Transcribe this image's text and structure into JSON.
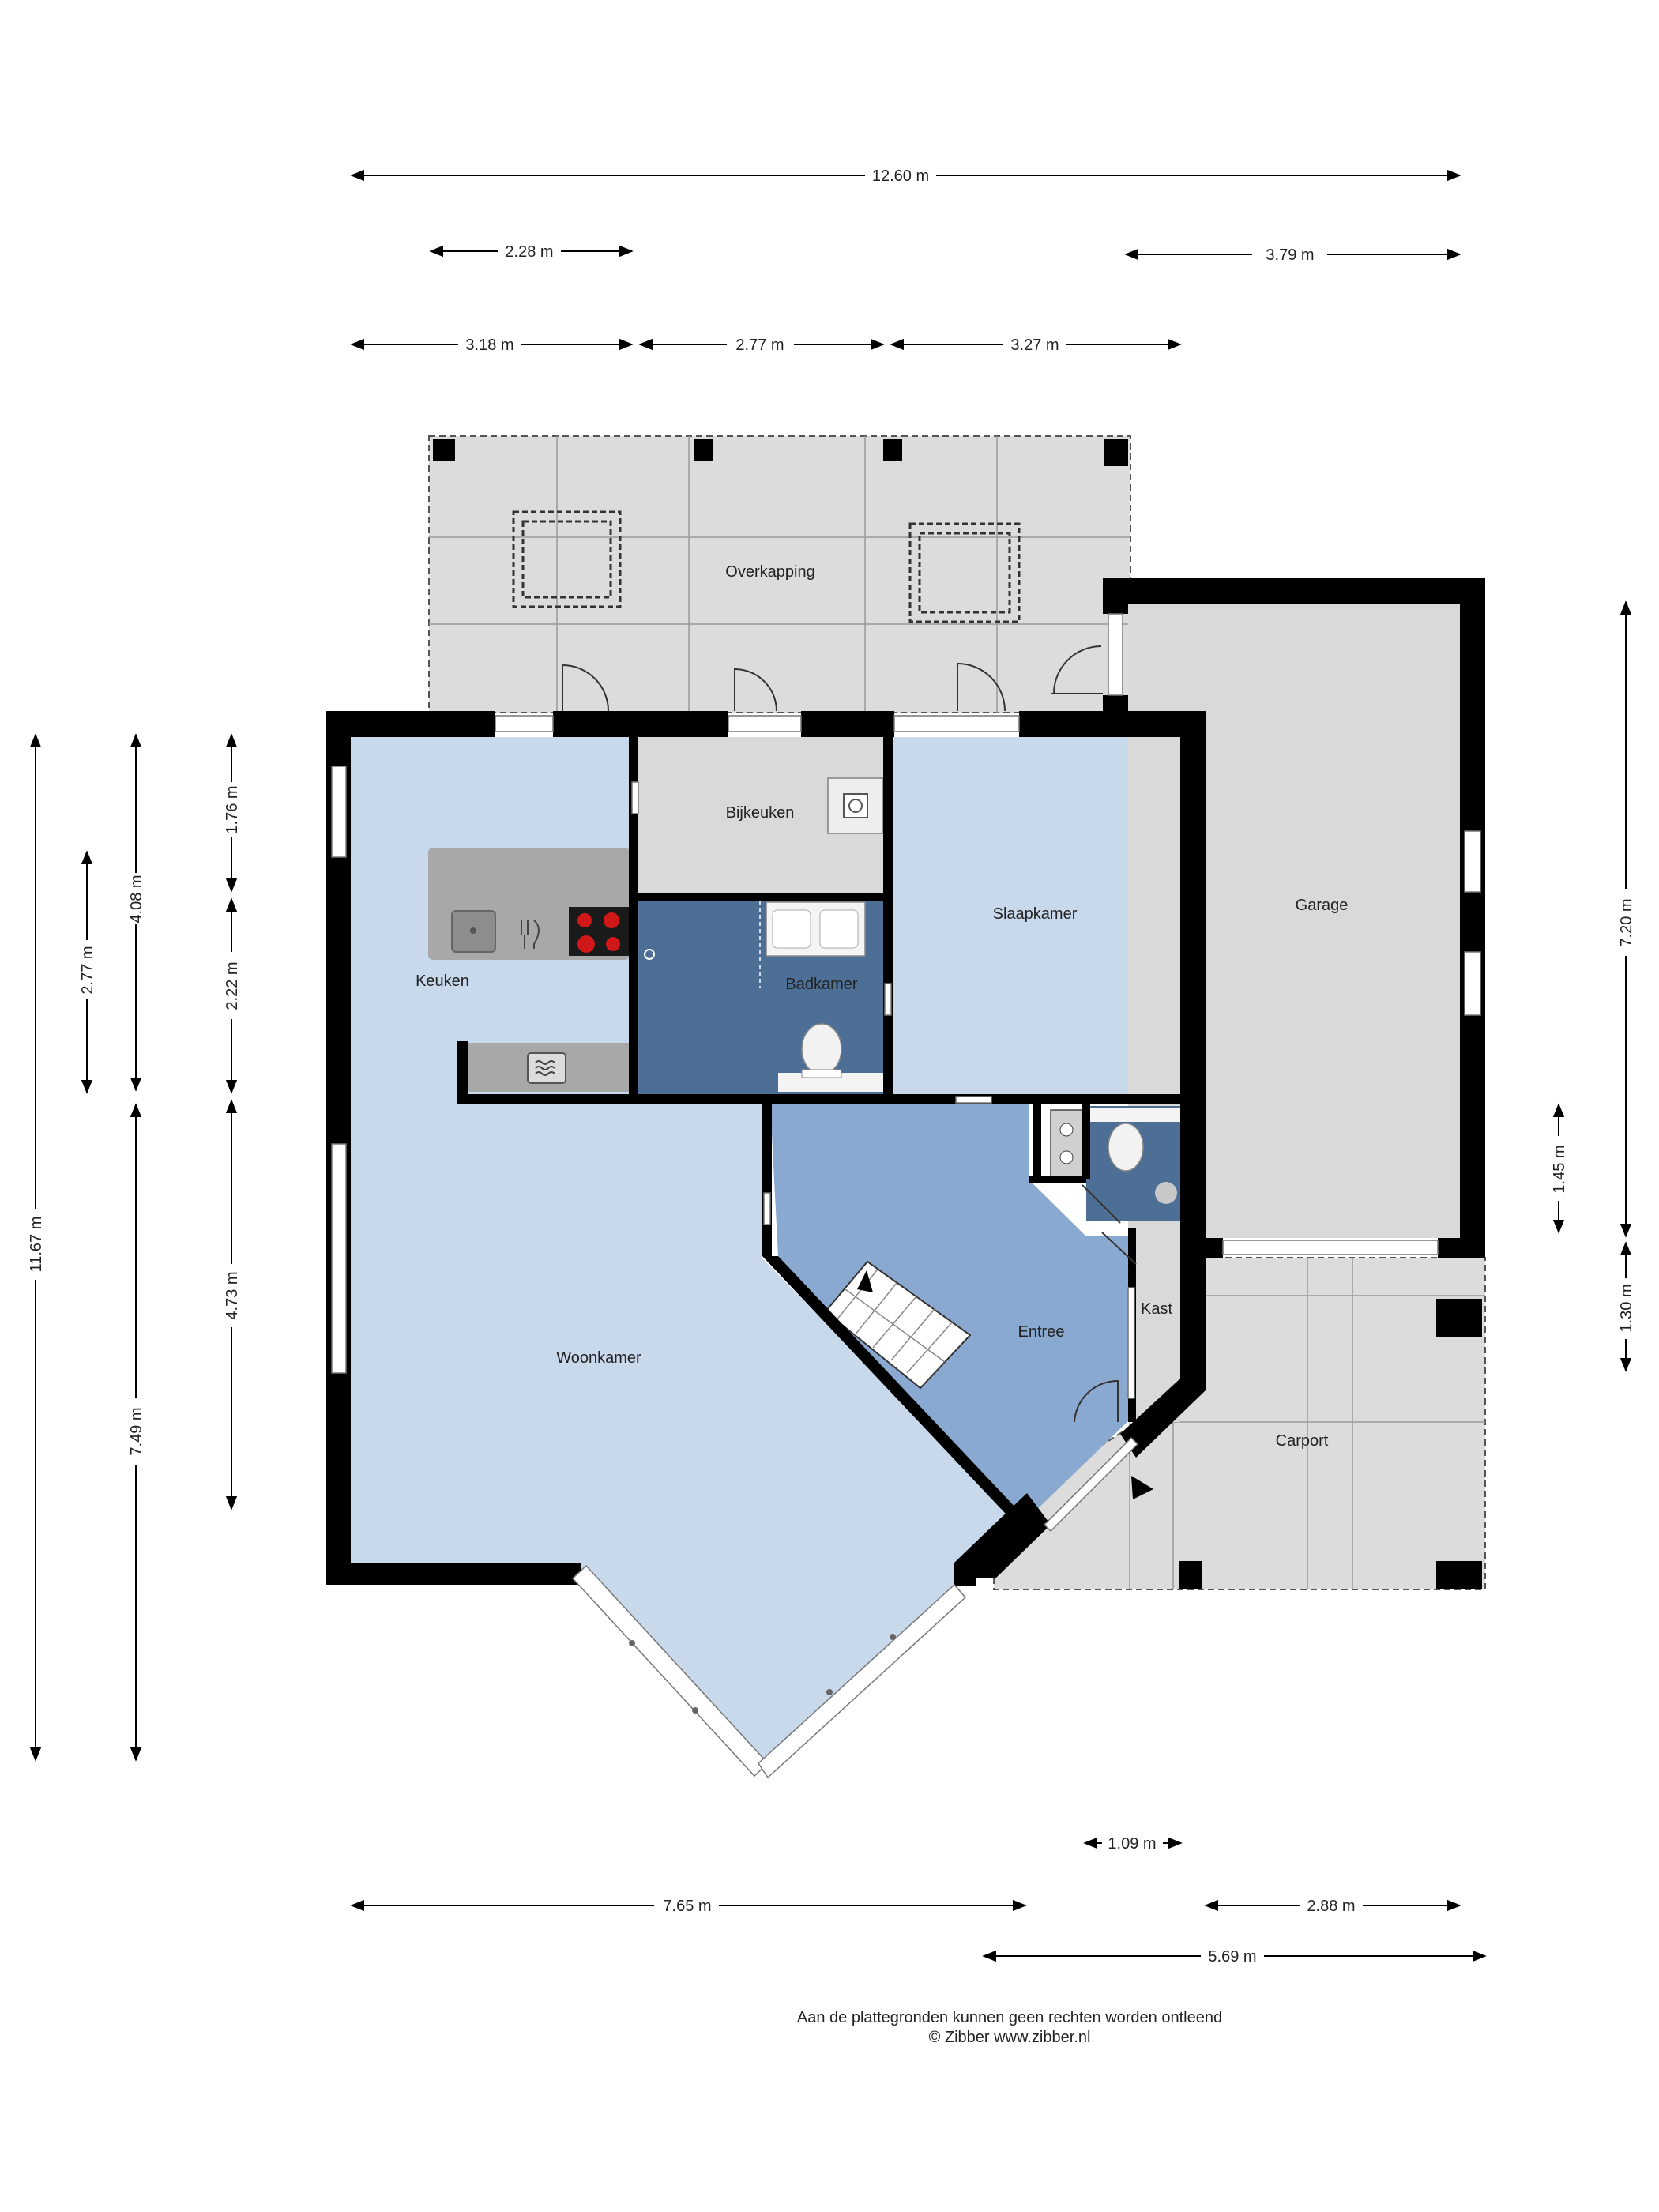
{
  "rooms": {
    "overkapping": "Overkapping",
    "bijkeuken": "Bijkeuken",
    "slaapkamer": "Slaapkamer",
    "garage": "Garage",
    "keuken": "Keuken",
    "badkamer": "Badkamer",
    "woonkamer": "Woonkamer",
    "entree": "Entree",
    "kast": "Kast",
    "carport": "Carport"
  },
  "dimensions": {
    "top_total": "12.60 m",
    "top_228": "2.28 m",
    "top_379": "3.79 m",
    "top_318": "3.18 m",
    "top_277": "2.77 m",
    "top_327": "3.27 m",
    "left_1167": "11.67 m",
    "left_408": "4.08 m",
    "left_749": "7.49 m",
    "left_277": "2.77 m",
    "left_176": "1.76 m",
    "left_222": "2.22 m",
    "left_473": "4.73 m",
    "right_720": "7.20 m",
    "right_145": "1.45 m",
    "right_130": "1.30 m",
    "bottom_109": "1.09 m",
    "bottom_765": "7.65 m",
    "bottom_288": "2.88 m",
    "bottom_569": "5.69 m"
  },
  "footer": {
    "disclaimer": "Aan de plattegronden kunnen geen rechten worden ontleend",
    "copyright": "© Zibber www.zibber.nl"
  },
  "colors": {
    "living": "#c9d9ec",
    "bathroom": "#4d6f96",
    "entrance": "#89a9d0",
    "utility": "#d9d9d9",
    "outdoor": "#dcdcdc",
    "wall": "#000000"
  }
}
